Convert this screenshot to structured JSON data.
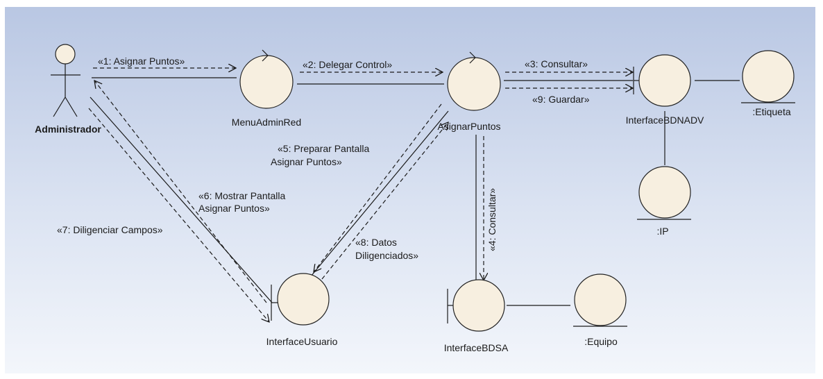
{
  "diagram": {
    "actor": {
      "name": "Administrador"
    },
    "objects": {
      "menu_admin_red": "MenuAdminRed",
      "asignar_puntos": "AsignarPuntos",
      "interface_bdnadv": "InterfaceBDNADV",
      "etiqueta": ":Etiqueta",
      "ip": ":IP",
      "interface_usuario": "InterfaceUsuario",
      "interface_bdsa": "InterfaceBDSA",
      "equipo": ":Equipo"
    },
    "messages": {
      "m1": "«1: Asignar Puntos»",
      "m2": "«2: Delegar Control»",
      "m3": "«3: Consultar»",
      "m4": "«4: Consultar»",
      "m5_line1": "«5: Preparar Pantalla",
      "m5_line2": "Asignar Puntos»",
      "m6_line1": "«6: Mostrar Pantalla",
      "m6_line2": "Asignar Puntos»",
      "m7": "«7: Diligenciar Campos»",
      "m8_line1": "«8: Datos",
      "m8_line2": "Diligenciados»",
      "m9": "«9: Guardar»"
    }
  }
}
